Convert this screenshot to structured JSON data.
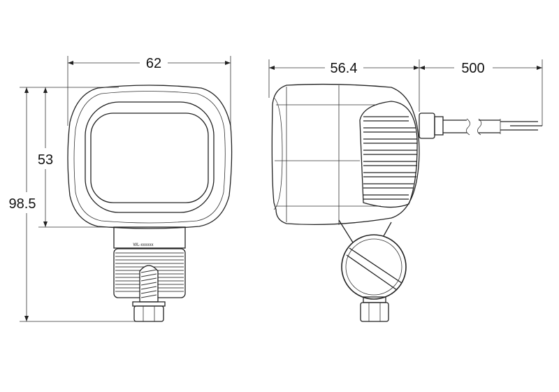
{
  "dimensions": {
    "front_width": "62",
    "front_body_height": "53",
    "front_total_height": "98.5",
    "side_depth": "56.4",
    "cable_length": "500"
  },
  "mount_label": "WL-xxxxxx"
}
